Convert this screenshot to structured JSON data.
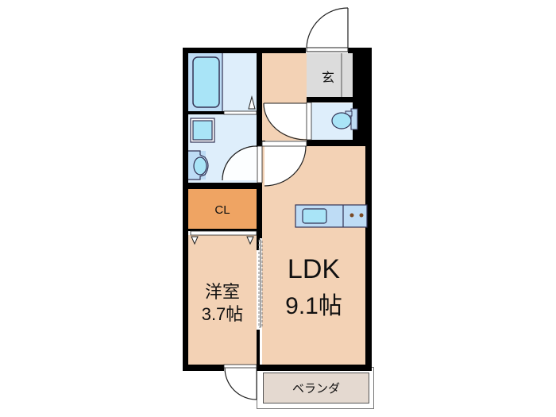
{
  "floorplan": {
    "rooms": {
      "entrance": {
        "label": "玄"
      },
      "closet": {
        "label": "CL"
      },
      "western_room": {
        "label": "洋室",
        "size": "3.7帖"
      },
      "ldk": {
        "label": "LDK",
        "size": "9.1帖"
      },
      "veranda": {
        "label": "ベランダ"
      }
    },
    "colors": {
      "wall": "#000000",
      "room_floor": "#f3d2b5",
      "closet": "#efa463",
      "wet_area": "#deeefb",
      "bathtub": "#a9e4f7",
      "entrance": "#dcdcdc",
      "veranda": "#e4d9d0",
      "kitchen_counter": "#bedcf5"
    }
  }
}
